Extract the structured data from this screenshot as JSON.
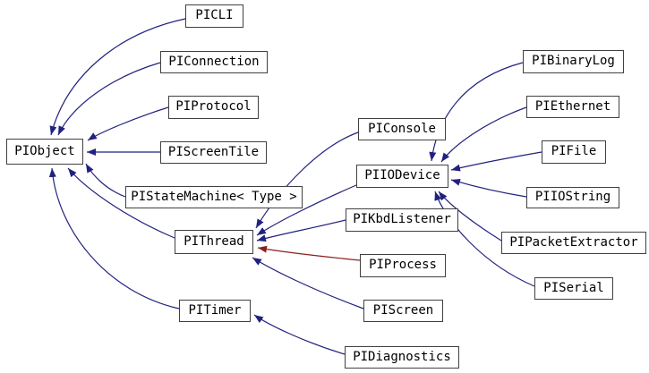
{
  "diagram": {
    "kind": "class-inheritance-graph",
    "colors": {
      "background": "#ffffff",
      "node_border": "#404040",
      "node_fill": "#ffffff",
      "node_text": "#000000",
      "edge_public": "#21217f",
      "edge_private": "#8b1f1f"
    },
    "nodes": [
      {
        "id": "PIObject",
        "label": "PIObject"
      },
      {
        "id": "PICLI",
        "label": "PICLI"
      },
      {
        "id": "PIConnection",
        "label": "PIConnection"
      },
      {
        "id": "PIProtocol",
        "label": "PIProtocol"
      },
      {
        "id": "PIScreenTile",
        "label": "PIScreenTile"
      },
      {
        "id": "PIStateMachine",
        "label": "PIStateMachine< Type >"
      },
      {
        "id": "PIThread",
        "label": "PIThread"
      },
      {
        "id": "PITimer",
        "label": "PITimer"
      },
      {
        "id": "PIConsole",
        "label": "PIConsole"
      },
      {
        "id": "PIIODevice",
        "label": "PIIODevice"
      },
      {
        "id": "PIKbdListener",
        "label": "PIKbdListener"
      },
      {
        "id": "PIProcess",
        "label": "PIProcess"
      },
      {
        "id": "PIScreen",
        "label": "PIScreen"
      },
      {
        "id": "PIDiagnostics",
        "label": "PIDiagnostics"
      },
      {
        "id": "PIBinaryLog",
        "label": "PIBinaryLog"
      },
      {
        "id": "PIEthernet",
        "label": "PIEthernet"
      },
      {
        "id": "PIFile",
        "label": "PIFile"
      },
      {
        "id": "PIIOString",
        "label": "PIIOString"
      },
      {
        "id": "PIPacketExtractor",
        "label": "PIPacketExtractor"
      },
      {
        "id": "PISerial",
        "label": "PISerial"
      }
    ],
    "edges": [
      {
        "from": "PICLI",
        "to": "PIObject",
        "relation": "public"
      },
      {
        "from": "PIConnection",
        "to": "PIObject",
        "relation": "public"
      },
      {
        "from": "PIProtocol",
        "to": "PIObject",
        "relation": "public"
      },
      {
        "from": "PIScreenTile",
        "to": "PIObject",
        "relation": "public"
      },
      {
        "from": "PIStateMachine",
        "to": "PIObject",
        "relation": "public"
      },
      {
        "from": "PIThread",
        "to": "PIObject",
        "relation": "public"
      },
      {
        "from": "PITimer",
        "to": "PIObject",
        "relation": "public"
      },
      {
        "from": "PIConsole",
        "to": "PIThread",
        "relation": "public"
      },
      {
        "from": "PIIODevice",
        "to": "PIThread",
        "relation": "public"
      },
      {
        "from": "PIKbdListener",
        "to": "PIThread",
        "relation": "public"
      },
      {
        "from": "PIProcess",
        "to": "PIThread",
        "relation": "private"
      },
      {
        "from": "PIScreen",
        "to": "PIThread",
        "relation": "public"
      },
      {
        "from": "PIDiagnostics",
        "to": "PITimer",
        "relation": "public"
      },
      {
        "from": "PIBinaryLog",
        "to": "PIIODevice",
        "relation": "public"
      },
      {
        "from": "PIEthernet",
        "to": "PIIODevice",
        "relation": "public"
      },
      {
        "from": "PIFile",
        "to": "PIIODevice",
        "relation": "public"
      },
      {
        "from": "PIIOString",
        "to": "PIIODevice",
        "relation": "public"
      },
      {
        "from": "PIPacketExtractor",
        "to": "PIIODevice",
        "relation": "public"
      },
      {
        "from": "PISerial",
        "to": "PIIODevice",
        "relation": "public"
      }
    ]
  }
}
